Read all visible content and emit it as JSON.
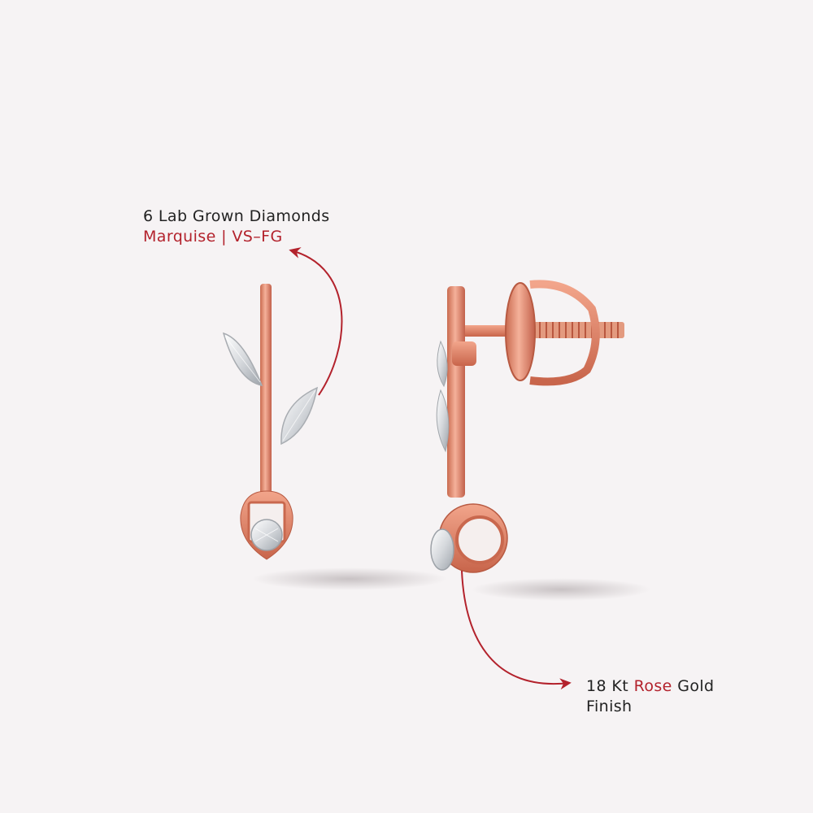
{
  "annotations": {
    "diamonds": {
      "line1": "6 Lab Grown Diamonds",
      "line2": "Marquise | VS–FG"
    },
    "metal": {
      "prefix": "18 Kt ",
      "highlight": "Rose",
      "suffix": " Gold",
      "line2": "Finish"
    }
  },
  "colors": {
    "background": "#f6f3f4",
    "accent": "#b3222c",
    "text": "#222222",
    "rose_gold": "#e58f73"
  }
}
